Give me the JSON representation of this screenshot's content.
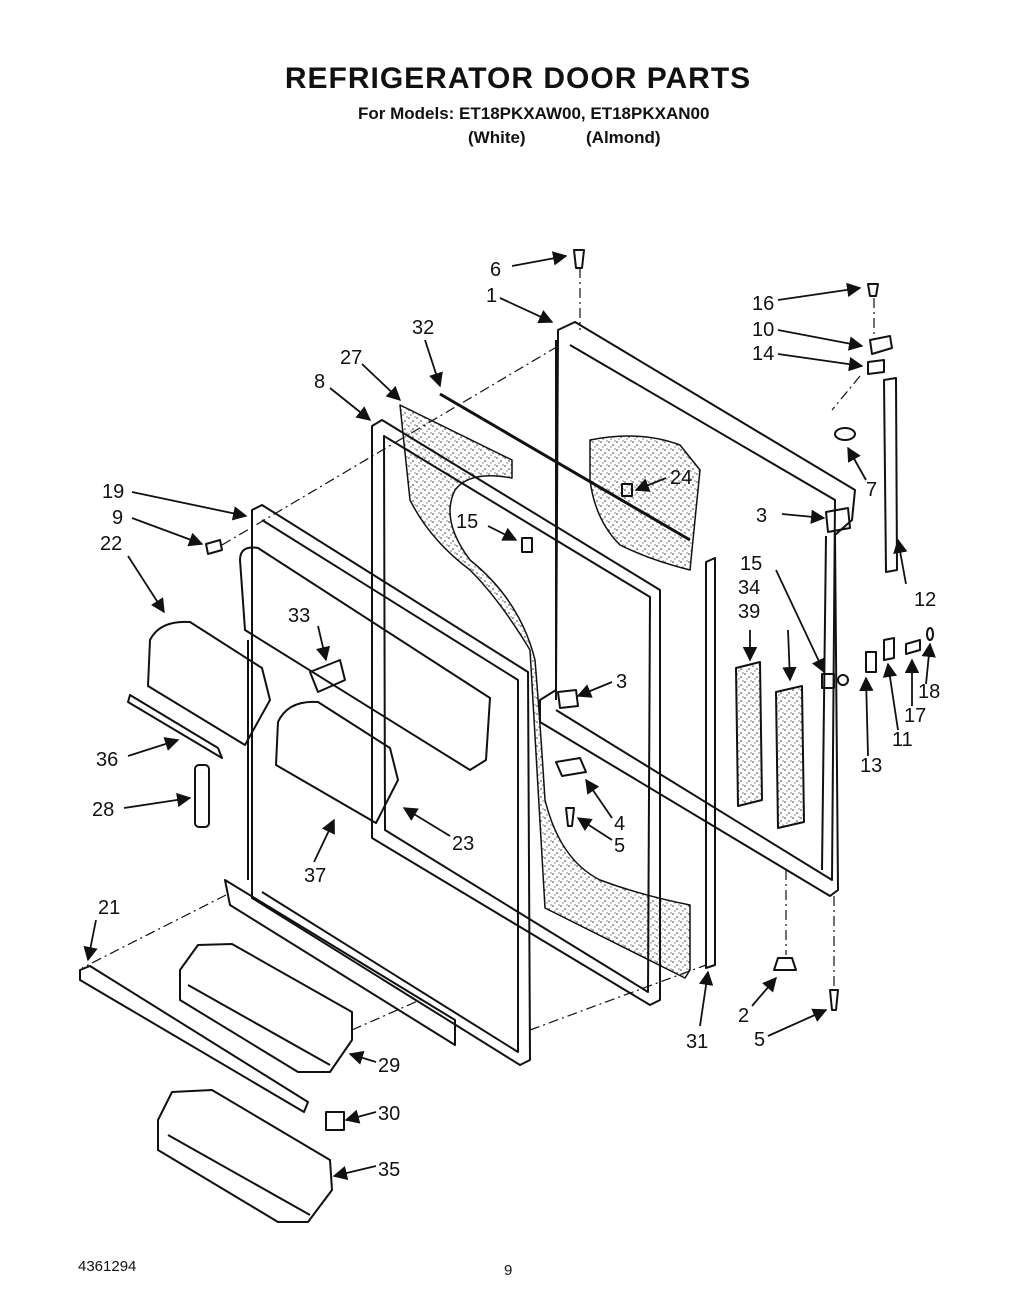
{
  "header": {
    "title": "REFRIGERATOR DOOR PARTS",
    "models_line": "For Models: ET18PKXAW00, ET18PKXAN00",
    "variant_white": "(White)",
    "variant_almond": "(Almond)"
  },
  "callouts": [
    "1",
    "2",
    "3",
    "3",
    "4",
    "5",
    "5",
    "6",
    "7",
    "8",
    "9",
    "10",
    "11",
    "12",
    "13",
    "14",
    "15",
    "15",
    "16",
    "17",
    "18",
    "19",
    "21",
    "22",
    "23",
    "24",
    "27",
    "28",
    "29",
    "30",
    "31",
    "32",
    "33",
    "34",
    "35",
    "36",
    "37",
    "39"
  ],
  "footer": {
    "doc_number": "4361294",
    "page_number": "9"
  }
}
